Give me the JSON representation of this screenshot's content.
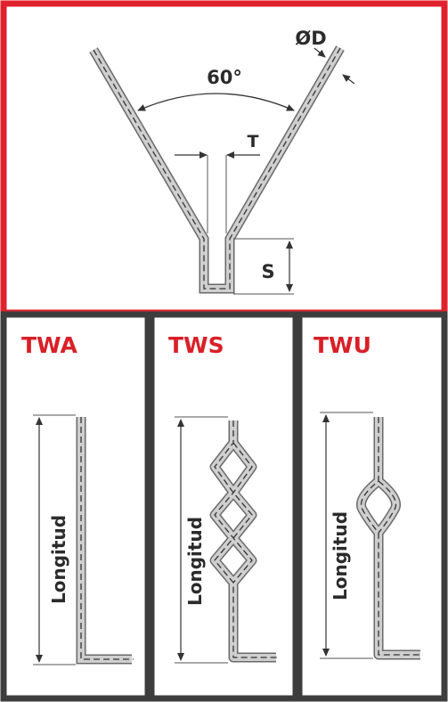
{
  "colors": {
    "frame_top": "#e0222c",
    "frame_bottom": "#3d3d3d",
    "rod_fill": "#cfcfcf",
    "rod_edge": "#6a6a6a",
    "centerline": "#333333",
    "dim_line": "#333333",
    "title_red": "#d92028",
    "text_dark": "#2b2b2b"
  },
  "top_diagram": {
    "angle_label": "60°",
    "thickness_label": "T",
    "diameter_label": "ØD",
    "depth_label": "S"
  },
  "panels": [
    {
      "title": "TWA",
      "length_label": "Longitud"
    },
    {
      "title": "TWS",
      "length_label": "Longitud"
    },
    {
      "title": "TWU",
      "length_label": "Longitud"
    }
  ]
}
